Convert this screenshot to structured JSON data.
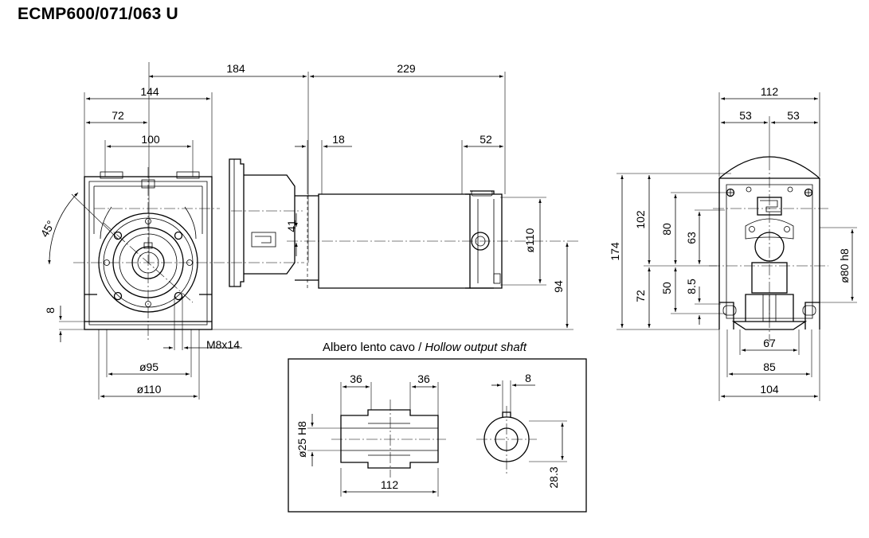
{
  "title": "ECMP600/071/063 U",
  "caption": {
    "it": "Albero lento cavo",
    "sep": " / ",
    "en": "Hollow output shaft"
  },
  "callout": "M8x14",
  "dims": {
    "d184": "184",
    "d229": "229",
    "d144": "144",
    "d72a": "72",
    "d100": "100",
    "d18": "18",
    "d52": "52",
    "d41": "41",
    "d110v": "ø110",
    "d94": "94",
    "d45": "45°",
    "d8a": "8",
    "d95": "ø95",
    "d110": "ø110",
    "d112a": "112",
    "d53a": "53",
    "d53b": "53",
    "d174": "174",
    "d102": "102",
    "d72b": "72",
    "d80": "80",
    "d50": "50",
    "d63": "63",
    "d8_5": "8.5",
    "d80h8": "ø80 h8",
    "d67": "67",
    "d85": "85",
    "d104": "104",
    "d36a": "36",
    "d36b": "36",
    "d25h8": "ø25 H8",
    "d112b": "112",
    "d8b": "8",
    "d28_3": "28.3"
  }
}
